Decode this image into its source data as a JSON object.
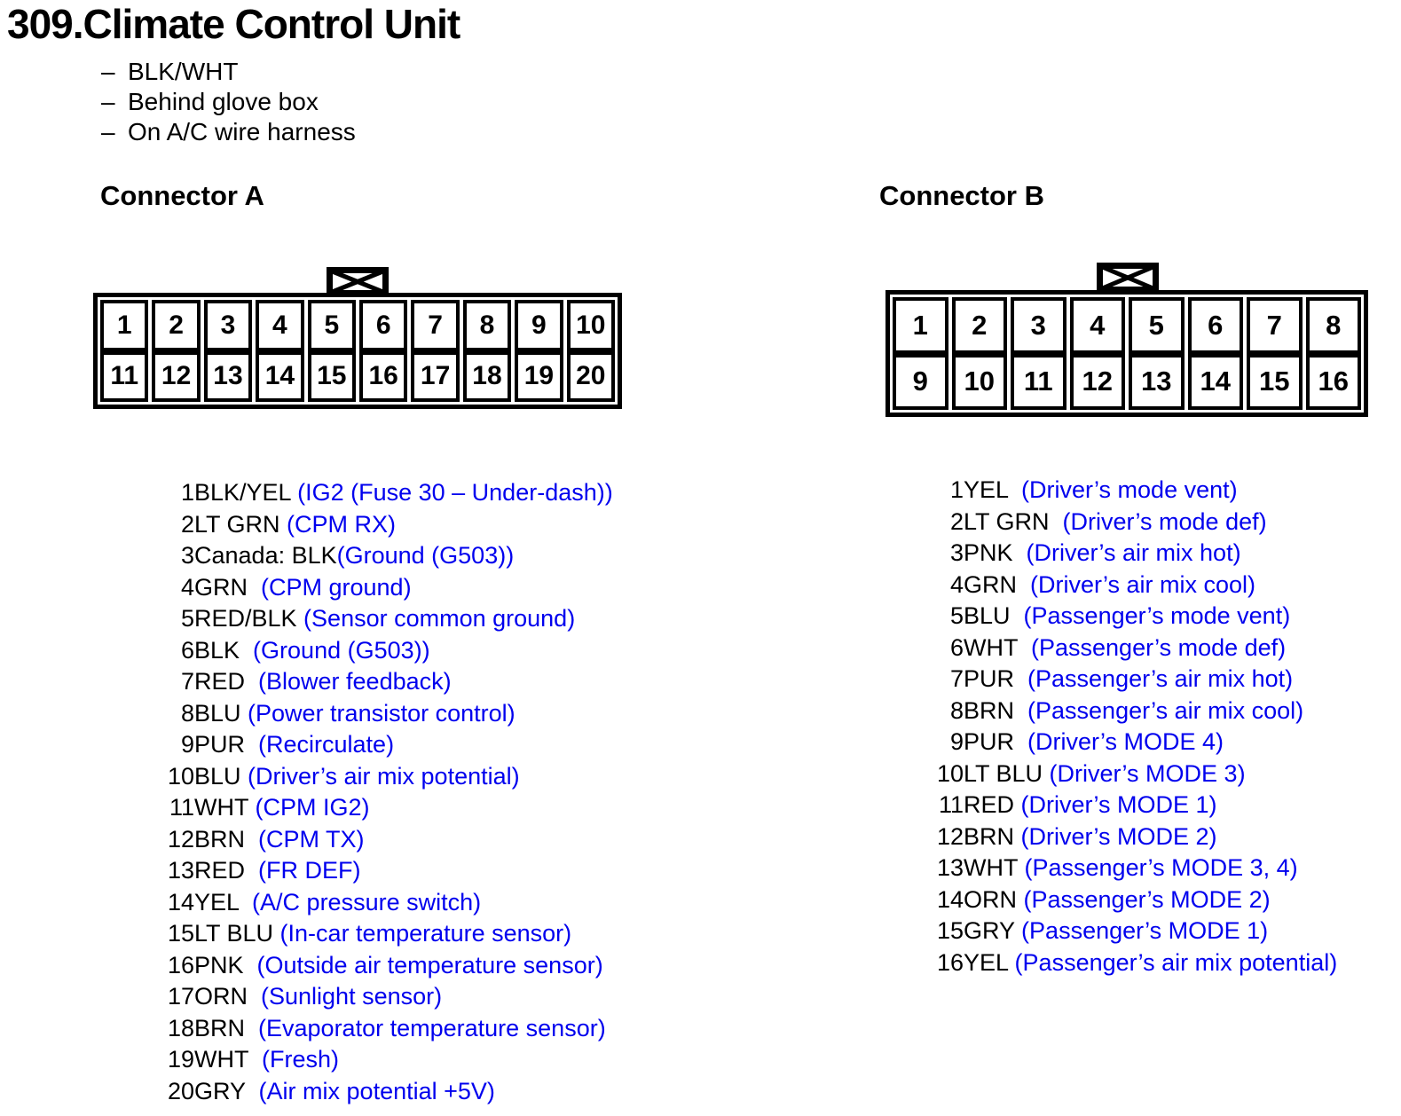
{
  "title": "309.Climate Control Unit",
  "notes": [
    {
      "dash": "–",
      "text": "BLK/WHT"
    },
    {
      "dash": "–",
      "text": "Behind glove box"
    },
    {
      "dash": "–",
      "text": "On A/C wire harness"
    }
  ],
  "colors": {
    "function_text_blue": "#0000EE",
    "wire_text_black": "#000000"
  },
  "connectors": [
    {
      "label": "Connector A",
      "columns": 10,
      "pins": [
        {
          "num": "1",
          "color": "BLK/YEL",
          "func": " (IG2 (Fuse 30 – Under-dash))"
        },
        {
          "num": "2",
          "color": "LT GRN",
          "func": " (CPM RX)"
        },
        {
          "num": "3",
          "color": "Canada: BLK",
          "func": "(Ground (G503))"
        },
        {
          "num": "4",
          "color": "GRN",
          "func": "  (CPM ground)"
        },
        {
          "num": "5",
          "color": "RED/BLK",
          "func": " (Sensor common ground)"
        },
        {
          "num": "6",
          "color": "BLK",
          "func": "  (Ground (G503))"
        },
        {
          "num": "7",
          "color": "RED",
          "func": "  (Blower feedback)"
        },
        {
          "num": "8",
          "color": "BLU",
          "func": " (Power transistor control)"
        },
        {
          "num": "9",
          "color": "PUR",
          "func": "  (Recirculate)"
        },
        {
          "num": "10",
          "color": "BLU",
          "func": " (Driver’s air mix potential)"
        },
        {
          "num": "11",
          "color": "WHT",
          "func": " (CPM IG2)"
        },
        {
          "num": "12",
          "color": "BRN",
          "func": "  (CPM TX)"
        },
        {
          "num": "13",
          "color": "RED",
          "func": "  (FR DEF)"
        },
        {
          "num": "14",
          "color": "YEL",
          "func": "  (A/C pressure switch)"
        },
        {
          "num": "15",
          "color": "LT BLU",
          "func": " (In-car temperature sensor)"
        },
        {
          "num": "16",
          "color": "PNK",
          "func": "  (Outside air temperature sensor)"
        },
        {
          "num": "17",
          "color": "ORN",
          "func": "  (Sunlight sensor)"
        },
        {
          "num": "18",
          "color": "BRN",
          "func": "  (Evaporator temperature sensor)"
        },
        {
          "num": "19",
          "color": "WHT",
          "func": "  (Fresh)"
        },
        {
          "num": "20",
          "color": "GRY",
          "func": "  (Air mix potential +5V)"
        }
      ]
    },
    {
      "label": "Connector B",
      "columns": 8,
      "pins": [
        {
          "num": "1",
          "color": "YEL",
          "func": "  (Driver’s mode vent)"
        },
        {
          "num": "2",
          "color": "LT GRN",
          "func": "  (Driver’s mode def)"
        },
        {
          "num": "3",
          "color": "PNK",
          "func": "  (Driver’s air mix hot)"
        },
        {
          "num": "4",
          "color": "GRN",
          "func": "  (Driver’s air mix cool)"
        },
        {
          "num": "5",
          "color": "BLU",
          "func": "  (Passenger’s mode vent)"
        },
        {
          "num": "6",
          "color": "WHT",
          "func": "  (Passenger’s mode def)"
        },
        {
          "num": "7",
          "color": "PUR",
          "func": "  (Passenger’s air mix hot)"
        },
        {
          "num": "8",
          "color": "BRN",
          "func": "  (Passenger’s air mix cool)"
        },
        {
          "num": "9",
          "color": "PUR",
          "func": "  (Driver’s MODE 4)"
        },
        {
          "num": "10",
          "color": "LT BLU",
          "func": " (Driver’s MODE 3)"
        },
        {
          "num": "11",
          "color": "RED",
          "func": " (Driver’s MODE 1)"
        },
        {
          "num": "12",
          "color": "BRN",
          "func": " (Driver’s MODE 2)"
        },
        {
          "num": "13",
          "color": "WHT",
          "func": " (Passenger’s MODE 3, 4)"
        },
        {
          "num": "14",
          "color": "ORN",
          "func": " (Passenger’s MODE 2)"
        },
        {
          "num": "15",
          "color": "GRY",
          "func": " (Passenger’s MODE 1)"
        },
        {
          "num": "16",
          "color": "YEL",
          "func": " (Passenger’s air mix potential)"
        }
      ]
    }
  ]
}
